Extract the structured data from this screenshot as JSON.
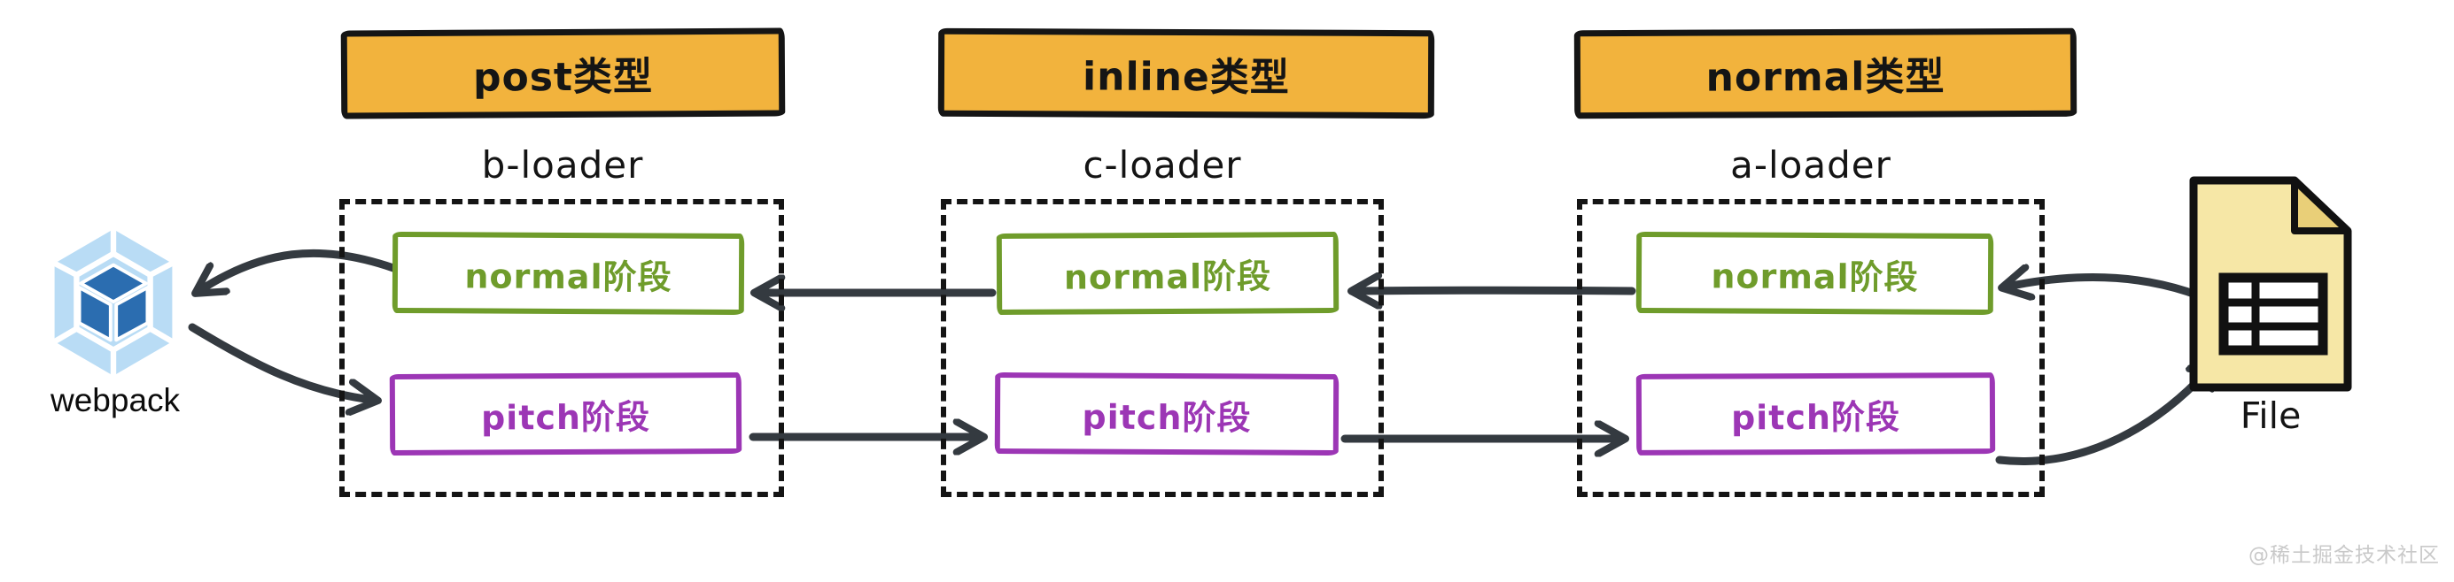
{
  "diagram": {
    "title_hint": "webpack loader pitch/normal execution order",
    "watermark": "@稀土掘金技术社区"
  },
  "webpack": {
    "icon": "webpack-logo",
    "label": "webpack"
  },
  "file": {
    "icon": "file-document",
    "label": "File"
  },
  "columns": [
    {
      "id": "b",
      "header": "post类型",
      "loader": "b-loader",
      "stages": {
        "normal": "normal阶段",
        "pitch": "pitch阶段"
      }
    },
    {
      "id": "c",
      "header": "inline类型",
      "loader": "c-loader",
      "stages": {
        "normal": "normal阶段",
        "pitch": "pitch阶段"
      }
    },
    {
      "id": "a",
      "header": "normal类型",
      "loader": "a-loader",
      "stages": {
        "normal": "normal阶段",
        "pitch": "pitch阶段"
      }
    }
  ],
  "colors": {
    "header_fill": "#f2b33d",
    "normal_stage_green": "#6f9c2b",
    "pitch_stage_purple": "#9c36b5",
    "arrow_dark": "#343a40",
    "dashed_border": "#141414",
    "file_fill": "#f6e7a6",
    "file_fold": "#e9cf78",
    "webpack_light_blue": "#b9dcf5",
    "webpack_dark_blue": "#2b6db0",
    "watermark_gray": "#c9c9c9"
  }
}
